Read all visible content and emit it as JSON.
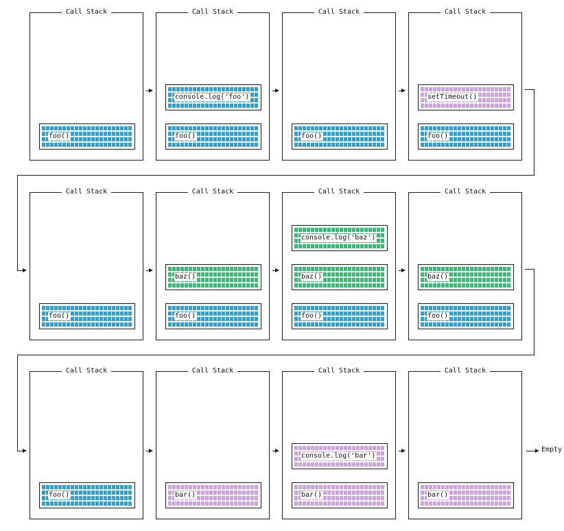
{
  "panel_title": "Call Stack",
  "end_label": "Empty",
  "colors": {
    "blue": "#15a8e8",
    "green": "#1fc86a",
    "purple": "#d49bee",
    "line": "#1a1a1a"
  },
  "rows": [
    [
      {
        "frames": [
          {
            "text": "foo()",
            "color": "blue"
          }
        ]
      },
      {
        "frames": [
          {
            "text": "console.log('foo')",
            "color": "blue"
          },
          {
            "text": "foo()",
            "color": "blue"
          }
        ]
      },
      {
        "frames": [
          {
            "text": "foo()",
            "color": "blue"
          }
        ]
      },
      {
        "frames": [
          {
            "text": "setTimeout()",
            "color": "purple"
          },
          {
            "text": "foo()",
            "color": "blue"
          }
        ]
      }
    ],
    [
      {
        "frames": [
          {
            "text": "foo()",
            "color": "blue"
          }
        ]
      },
      {
        "frames": [
          {
            "text": "baz()",
            "color": "green"
          },
          {
            "text": "foo()",
            "color": "blue"
          }
        ]
      },
      {
        "frames": [
          {
            "text": "console.log('baz')",
            "color": "green"
          },
          {
            "text": "baz()",
            "color": "green"
          },
          {
            "text": "foo()",
            "color": "blue"
          }
        ]
      },
      {
        "frames": [
          {
            "text": "baz()",
            "color": "green"
          },
          {
            "text": "foo()",
            "color": "blue"
          }
        ]
      }
    ],
    [
      {
        "frames": [
          {
            "text": "foo()",
            "color": "blue"
          }
        ]
      },
      {
        "frames": [
          {
            "text": "bar()",
            "color": "purple"
          }
        ]
      },
      {
        "frames": [
          {
            "text": "console.log('bar')",
            "color": "purple"
          },
          {
            "text": "bar()",
            "color": "purple"
          }
        ]
      },
      {
        "frames": [
          {
            "text": "bar()",
            "color": "purple"
          }
        ]
      }
    ]
  ]
}
